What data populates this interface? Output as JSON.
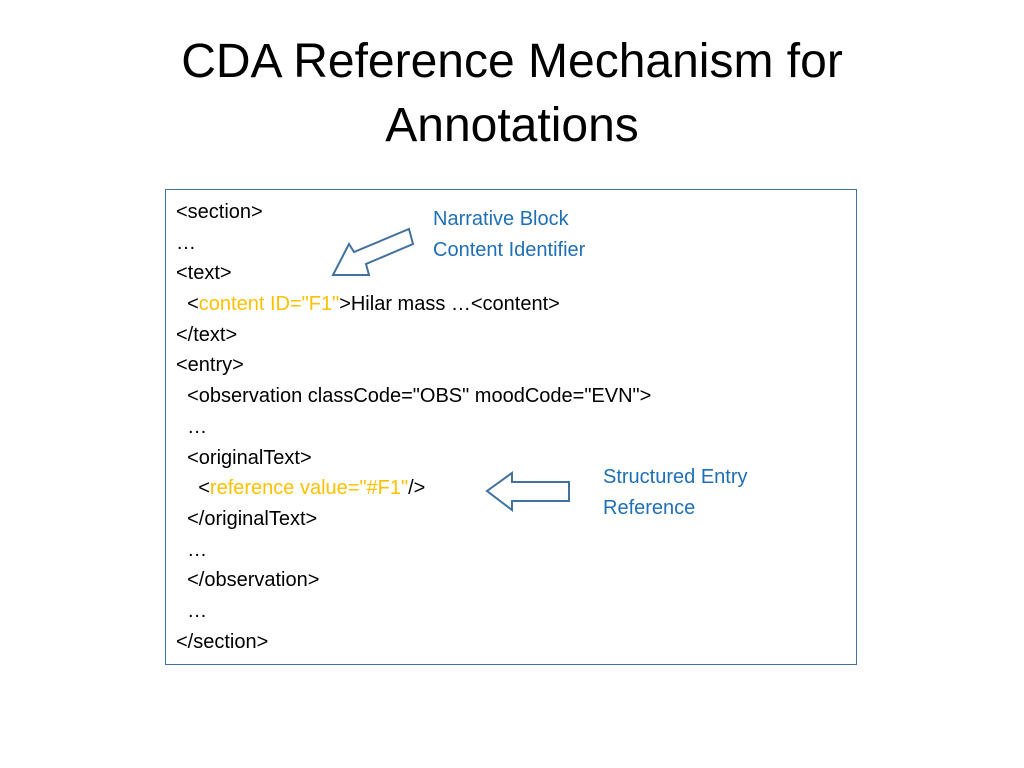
{
  "slide": {
    "title_line1": "CDA Reference Mechanism for",
    "title_line2": "Annotations"
  },
  "code": {
    "line1": "<section>",
    "line2": "…",
    "line3": "<text>",
    "line4_pre": "  <",
    "line4_hl": "content ID=\"F1\"",
    "line4_post": ">Hilar mass …<content>",
    "line5": "</text>",
    "line6": "<entry>",
    "line7": "  <observation classCode=\"OBS\" moodCode=\"EVN\">",
    "line8": "  …",
    "line9": "  <originalText>",
    "line10_pre": "    <",
    "line10_hl": "reference value=\"#F1\"",
    "line10_post": "/>",
    "line11": "  </originalText>",
    "line12": "  …",
    "line13": "  </observation>",
    "line14": "  …",
    "line15": "</section>"
  },
  "annotations": {
    "narrative_line1": "Narrative Block",
    "narrative_line2": "Content Identifier",
    "structured_line1": "Structured Entry",
    "structured_line2": "Reference"
  },
  "colors": {
    "highlight": "#ffc000",
    "annotation_text": "#1f6fb5",
    "arrow_outline": "#41719c",
    "box_border": "#41719c"
  },
  "icons": {
    "narrative_arrow": "arrow-down-left-icon",
    "structured_arrow": "arrow-left-icon"
  }
}
